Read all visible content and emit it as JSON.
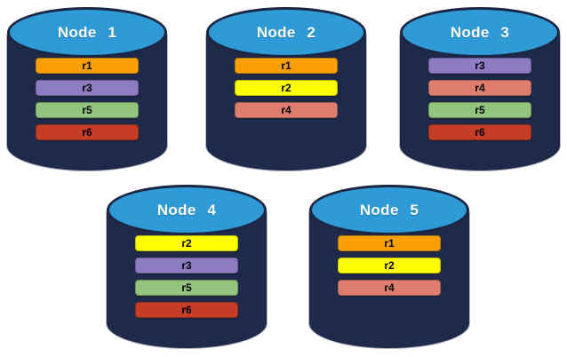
{
  "diagram_title": "",
  "replica_colors": {
    "r1": "#F9A104",
    "r2": "#FFFF00",
    "r3": "#8E7CC3",
    "r4": "#DF7E6E",
    "r5": "#93C47D",
    "r6": "#C63D26"
  },
  "cylinder_colors": {
    "body": "#1F2A4B",
    "top": "#2F9BD6",
    "top_border": "#1B2644",
    "title_text": "#FFFFFF"
  },
  "nodes": [
    {
      "name": "Node 1",
      "replicas": [
        "r1",
        "r3",
        "r5",
        "r6"
      ]
    },
    {
      "name": "Node 2",
      "replicas": [
        "r1",
        "r2",
        "r4"
      ]
    },
    {
      "name": "Node 3",
      "replicas": [
        "r3",
        "r4",
        "r5",
        "r6"
      ]
    },
    {
      "name": "Node 4",
      "replicas": [
        "r2",
        "r3",
        "r5",
        "r6"
      ]
    },
    {
      "name": "Node 5",
      "replicas": [
        "r1",
        "r2",
        "r4"
      ]
    }
  ]
}
